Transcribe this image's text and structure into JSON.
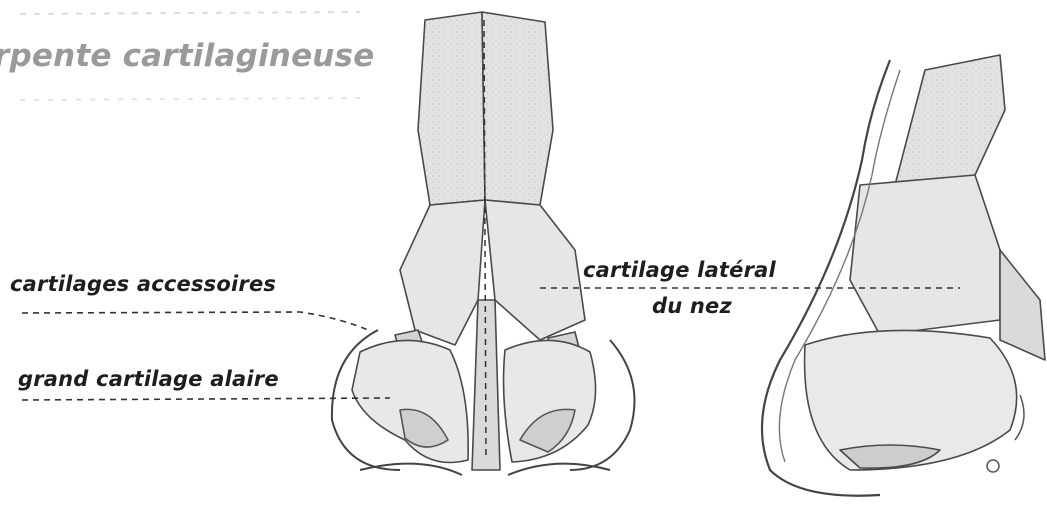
{
  "title": "rpente cartilagineuse",
  "labels": {
    "accessoires": "cartilages accessoires",
    "alaire": "grand cartilage alaire",
    "lateral_line1": "cartilage latéral",
    "lateral_line2": "du nez"
  },
  "colors": {
    "cartilage_fill": "#e2e2e2",
    "cartilage_stroke": "#4a4a4a",
    "label_text": "#1e1e1e",
    "title_text": "#9a9a9a",
    "background": "#ffffff"
  }
}
